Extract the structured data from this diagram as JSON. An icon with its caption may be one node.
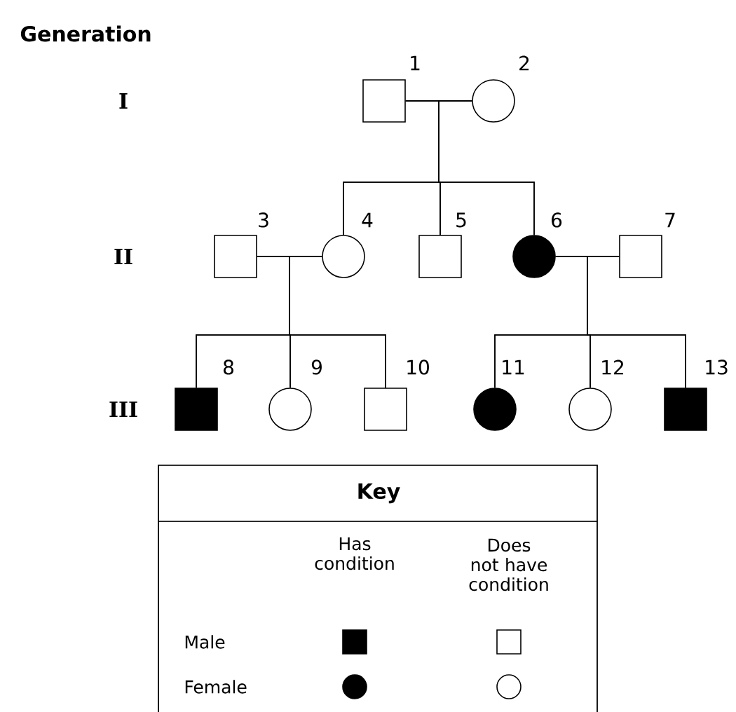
{
  "diagram": {
    "nodes": [
      {
        "text": [],
        "shape": "box",
        "beside": [
          "1"
        ]
      },
      {
        "text": [],
        "shape": "circle",
        "beside": [
          "2"
        ]
      },
      {
        "text": [],
        "shape": "box",
        "beside": [
          "3"
        ]
      },
      {
        "text": [],
        "shape": "circle",
        "beside": [
          "4"
        ]
      },
      {
        "text": [],
        "shape": "box",
        "beside": [
          "5"
        ]
      },
      {
        "text": [],
        "shape": "filled-circle",
        "beside": [
          "6"
        ]
      },
      {
        "text": [],
        "shape": "box",
        "beside": [
          "7"
        ]
      },
      {
        "text": [],
        "shape": "filled-box",
        "beside": [
          "8"
        ]
      },
      {
        "text": [],
        "shape": "circle",
        "beside": [
          "9"
        ]
      },
      {
        "text": [],
        "shape": "box",
        "beside": [
          "10"
        ]
      },
      {
        "text": [],
        "shape": "filled-circle",
        "beside": [
          "11"
        ]
      },
      {
        "text": [],
        "shape": "circle",
        "beside": [
          "12"
        ]
      },
      {
        "text": [],
        "shape": "filled-box",
        "beside": [
          "13"
        ]
      }
    ],
    "edges": [
      {
        "from": 0,
        "to": 1,
        "arrow": "none"
      },
      {
        "from": 2,
        "to": 3,
        "arrow": "none"
      },
      {
        "from": 5,
        "to": 6,
        "arrow": "none"
      },
      {
        "from": 0,
        "to": 3,
        "arrow": "none"
      },
      {
        "from": 1,
        "to": 3,
        "arrow": "none"
      },
      {
        "from": 0,
        "to": 4,
        "arrow": "none"
      },
      {
        "from": 1,
        "to": 4,
        "arrow": "none"
      },
      {
        "from": 0,
        "to": 5,
        "arrow": "none"
      },
      {
        "from": 1,
        "to": 5,
        "arrow": "none"
      },
      {
        "from": 2,
        "to": 7,
        "arrow": "none"
      },
      {
        "from": 3,
        "to": 7,
        "arrow": "none"
      },
      {
        "from": 2,
        "to": 8,
        "arrow": "none"
      },
      {
        "from": 3,
        "to": 8,
        "arrow": "none"
      },
      {
        "from": 2,
        "to": 9,
        "arrow": "none"
      },
      {
        "from": 3,
        "to": 9,
        "arrow": "none"
      },
      {
        "from": 5,
        "to": 10,
        "arrow": "none"
      },
      {
        "from": 6,
        "to": 10,
        "arrow": "none"
      },
      {
        "from": 5,
        "to": 11,
        "arrow": "none"
      },
      {
        "from": 6,
        "to": 11,
        "arrow": "none"
      },
      {
        "from": 5,
        "to": 12,
        "arrow": "none"
      },
      {
        "from": 6,
        "to": 12,
        "arrow": "none"
      }
    ],
    "labels": [
      "Generation",
      "I",
      "II",
      "III",
      "Key",
      "Has condition",
      "Does not have condition",
      "Male",
      "Female"
    ]
  }
}
